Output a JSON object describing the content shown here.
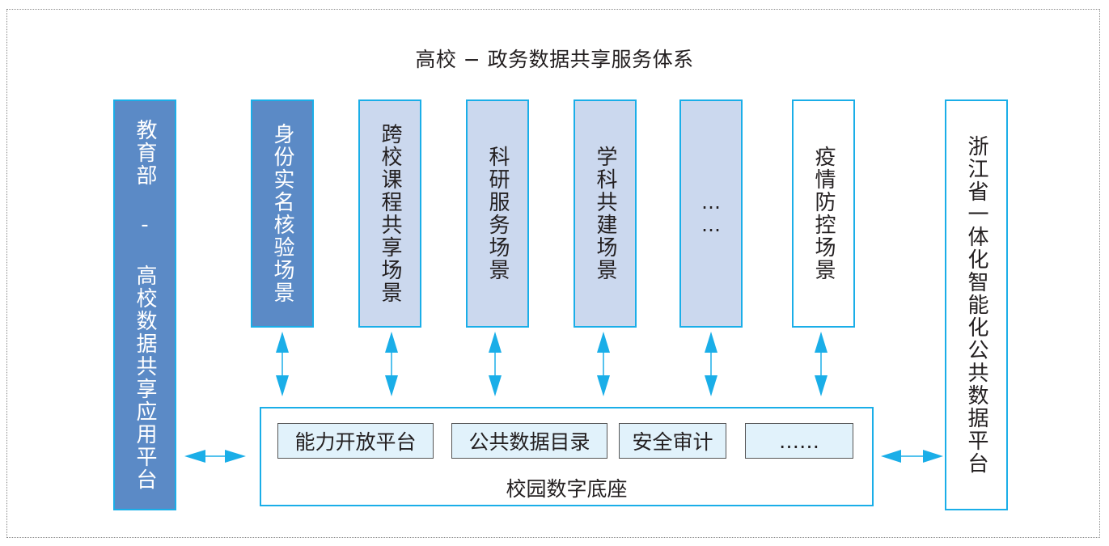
{
  "title": "高校 − 政务数据共享服务体系",
  "left_platform": {
    "label": "教育部 – 高校数据共享应用平台",
    "chars": "教育部 ‐ 高校数据共享应用平台"
  },
  "right_platform": {
    "label": "浙江省一体化智能化公共数据平台"
  },
  "scenarios": [
    {
      "label": "身份实名核验场景",
      "style": "dark"
    },
    {
      "label": "跨校课程共享场景",
      "style": "light"
    },
    {
      "label": "科研服务场景",
      "style": "light"
    },
    {
      "label": "学科共建场景",
      "style": "light"
    },
    {
      "label": "……",
      "style": "light"
    },
    {
      "label": "疫情防控场景",
      "style": "white"
    }
  ],
  "base": {
    "label": "校园数字底座",
    "capabilities": [
      "能力开放平台",
      "公共数据目录",
      "安全审计",
      "……"
    ]
  },
  "colors": {
    "border": "#1aaee8",
    "dark_fill": "#5b8ac6",
    "light_fill": "#cbd8ee",
    "capability_fill": "#e1f2fb",
    "arrow": "#1aaee8"
  }
}
